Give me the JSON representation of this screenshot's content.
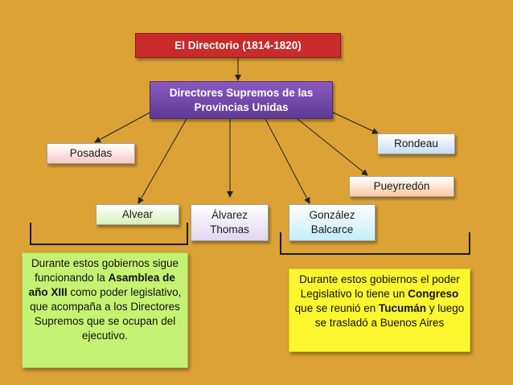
{
  "title": "El Directorio  (1814-1820)",
  "root": "Directores Supremos de las Provincias Unidas",
  "directors": {
    "posadas": "Posadas",
    "rondeau": "Rondeau",
    "pueyrredon": "Pueyrredón",
    "alvear": "Alvear",
    "alvarez_thomas": "Álvarez Thomas",
    "gonzalez_balcarce": "González Balcarce"
  },
  "notes": {
    "left": {
      "t1": "Durante estos gobiernos sigue funcionando la ",
      "b1": "Asamblea de año XIII",
      "t2": " como poder legislativo, que acompaña a los Directores Supremos que se ocupan del ejecutivo."
    },
    "right": {
      "t1": "Durante estos gobiernos el poder Legislativo lo tiene un ",
      "b1": "Congreso",
      "t2": " que se reunió en ",
      "b2": "Tucumán",
      "t3": " y luego se trasladó a Buenos Aires"
    }
  },
  "colors": {
    "background": "#dca236",
    "title_box": "#c92a2a",
    "root_box": "#6f46a8",
    "note_left": "#c6f274",
    "note_right": "#fbf62e"
  }
}
